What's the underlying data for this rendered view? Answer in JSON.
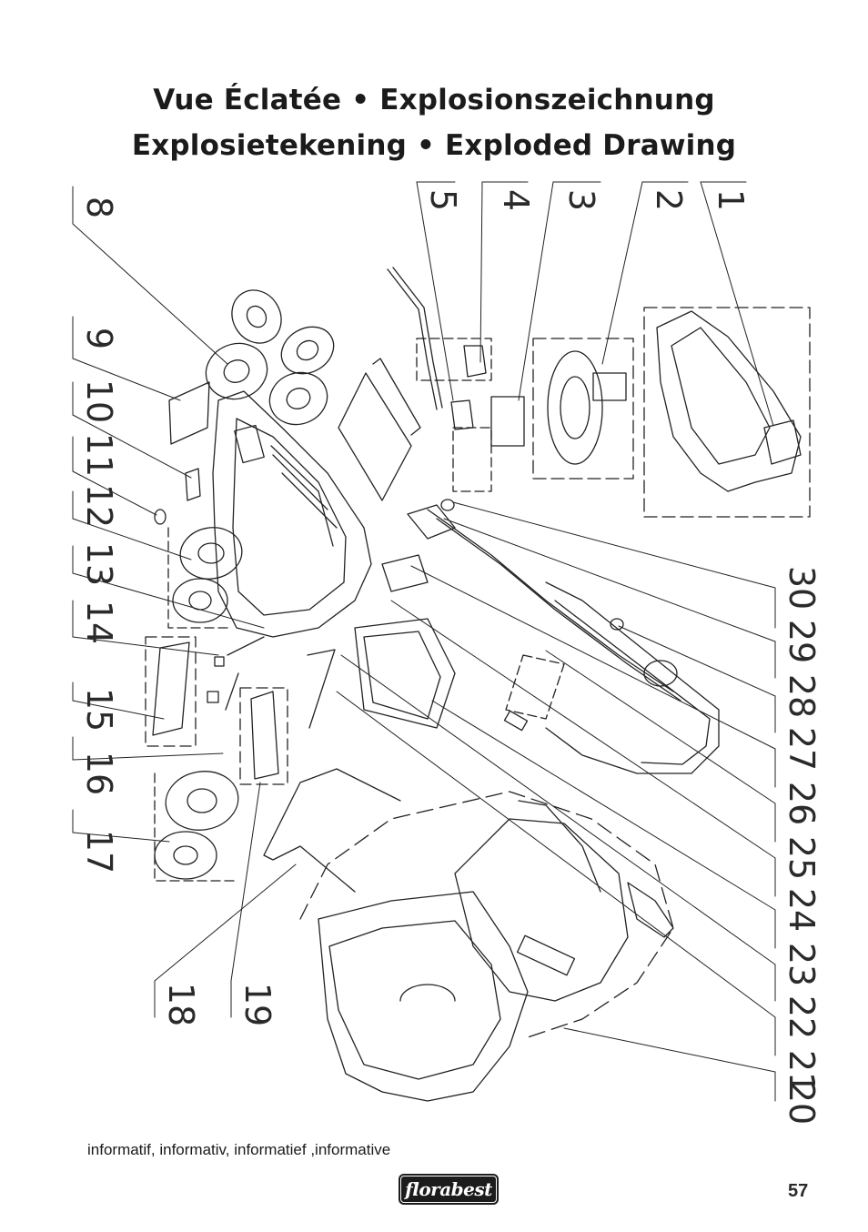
{
  "header": {
    "title_line1": "Vue Éclatée • Explosionszeichnung",
    "title_line2": "Explosietekening • Exploded Drawing"
  },
  "callouts": {
    "left": [
      "8",
      "9",
      "10",
      "11",
      "12",
      "13",
      "14",
      "15",
      "16",
      "17",
      "18",
      "19"
    ],
    "top": [
      "5",
      "4",
      "3",
      "2",
      "1"
    ],
    "right": [
      "30",
      "29",
      "28",
      "27",
      "26",
      "25",
      "24",
      "23",
      "22",
      "21",
      "20"
    ]
  },
  "footer": {
    "note": "informatif, informativ, informatief ,informative",
    "logo_text": "florabest",
    "page_number": "57"
  }
}
